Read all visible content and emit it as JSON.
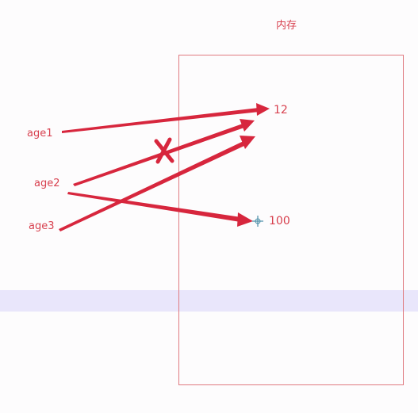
{
  "memory": {
    "title": "内存"
  },
  "variables": [
    {
      "name": "age1"
    },
    {
      "name": "age2"
    },
    {
      "name": "age3"
    }
  ],
  "values": [
    {
      "text": "12"
    },
    {
      "text": "100"
    }
  ],
  "colors": {
    "arrow": "#d7263d",
    "text": "#d8414f",
    "box": "#e07a80",
    "band": "#e9e6fb",
    "cursor": "#4a8fa8"
  },
  "icons": {
    "cross_mark": "x-mark-icon",
    "cursor": "crosshair-cursor-icon"
  }
}
